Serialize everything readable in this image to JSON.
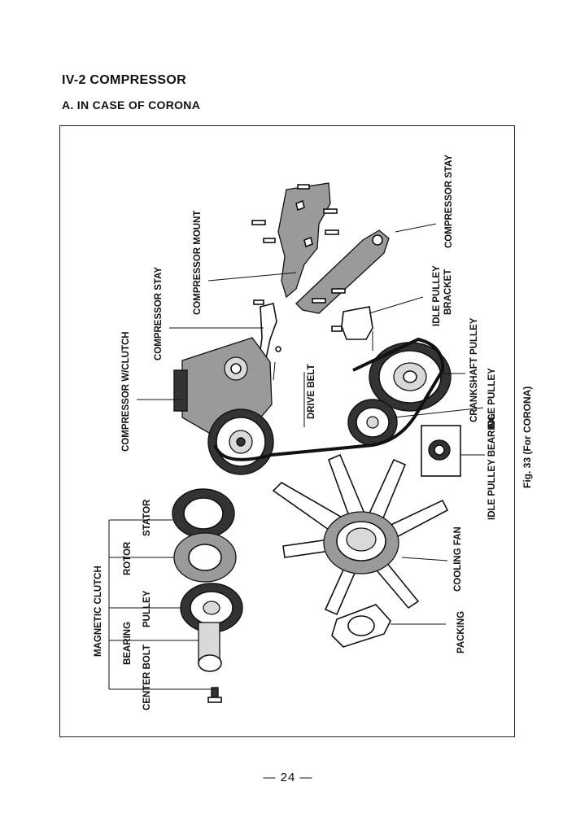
{
  "heading": {
    "section": "IV-2 COMPRESSOR",
    "subsection": "A. IN CASE OF CORONA"
  },
  "figure": {
    "caption": "Fig. 33 (For CORONA)",
    "labels": {
      "compressor_stay_right": "COMPRESSOR STAY",
      "compressor_mount": "COMPRESSOR MOUNT",
      "compressor_stay_left": "COMPRESSOR STAY",
      "compressor_with_clutch": "COMPRESSOR W/CLUTCH",
      "drive_belt": "DRIVE BELT",
      "idle_pulley_bracket_1": "IDLE PULLEY",
      "idle_pulley_bracket_2": "BRACKET",
      "crankshaft_pulley": "CRANKSHAFT PULLEY",
      "idle_pulley": "IDLE PULLEY",
      "idle_pulley_bearing": "IDLE PULLEY BEARING",
      "cooling_fan": "COOLING FAN",
      "packing": "PACKING",
      "magnetic_clutch": "MAGNETIC CLUTCH",
      "stator": "STATOR",
      "rotor": "ROTOR",
      "pulley": "PULLEY",
      "bearing": "BEARING",
      "center_bolt": "CENTER BOLT"
    }
  },
  "page_number": "— 24 —"
}
